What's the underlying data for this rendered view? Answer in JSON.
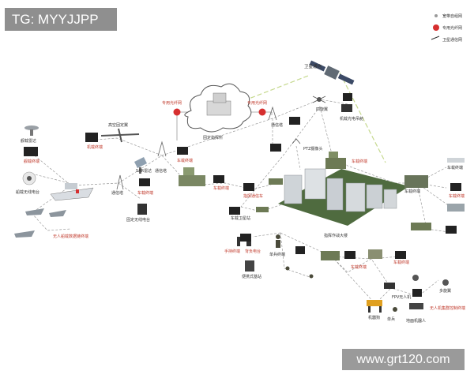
{
  "tag_text": "TG: MYYJJPP",
  "watermark_text": "www.grt120.com",
  "legend": [
    {
      "label": "宽带自组网",
      "kind": "dash"
    },
    {
      "label": "专用光纤网",
      "kind": "fiber"
    },
    {
      "label": "卫星通信网",
      "kind": "sat"
    }
  ],
  "colors": {
    "link": "#9a9a9a",
    "sat_link": "#c6d98f",
    "fiber": "#d62f2f",
    "label_red": "#c0392b",
    "label": "#333333"
  },
  "nodes": {
    "satellite": "卫星通信",
    "private_net_left": "专用光纤网",
    "private_net_right": "专用光纤网",
    "command_center": "固定指挥所",
    "shipborne_radar": "舰载雷达",
    "vessel_terminal": "舰载终端",
    "ship_terminal": "船载无线电台",
    "high_altitude_uav": "高空固定翼",
    "uav_terminal": "机载终端",
    "sar_radar": "SAR雷达",
    "relay_left": "通信塔",
    "vehicle_terminal_left": "车载终端",
    "fixed_radio": "固定无线电台",
    "relay_mid": "通信塔",
    "fixed_station": "车载终端",
    "relay_right": "通信塔",
    "ptz_camera": "PTZ摄像头",
    "quadcopter": "四旋翼",
    "airborne_terminal_right": "机载光电吊舱",
    "vehicle_terminal_a": "车载终端",
    "vehicle_terminal_b": "车载终端",
    "mobile_command": "指挥通信车",
    "operations_building": "指挥作战大楼",
    "mobile_vehicle_right": "车载终端",
    "sat_vehicle": "车载卫星站",
    "vehicle_terminal_c": "车载终端",
    "vehicle_terminal_d": "车载终端",
    "unmanned_boat": "无人船载数据链终端",
    "handheld": "手持终端",
    "backpack": "背负电台",
    "portable_station": "便携式基站",
    "soldier": "单兵终端",
    "vehicle_e": "车载终端",
    "vehicle_f": "车载终端",
    "fpv_uav": "FPV无人机",
    "hex_uav": "多旋翼",
    "robot_dog": "机器狗",
    "ground_robot": "地面机器人",
    "uav_group": "无人机集群控制终端",
    "personnel": "单兵"
  }
}
